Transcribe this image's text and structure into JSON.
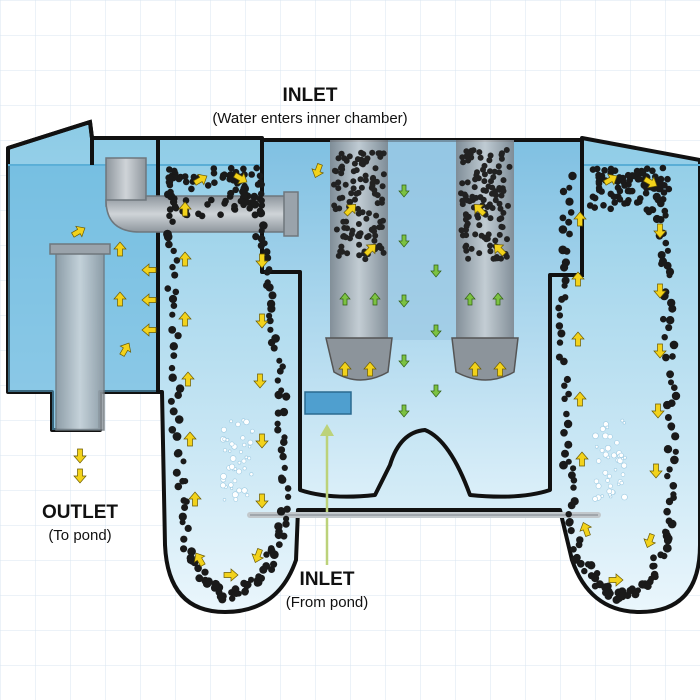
{
  "labels": {
    "inlet_top": {
      "title": "INLET",
      "subtitle": "(Water enters inner chamber)"
    },
    "outlet": {
      "title": "OUTLET",
      "subtitle": "(To pond)"
    },
    "inlet_bottom": {
      "title": "INLET",
      "subtitle": "(From pond)"
    }
  },
  "colors": {
    "background": "#ffffff",
    "grid": "#d8e6f0",
    "water_top": "#8ccbe6",
    "water_bottom": "#eaf6fc",
    "tank_outline": "#111111",
    "media_bead": "#1a1a1a",
    "flow_arrow": "#f2d21b",
    "inner_arrow": "#6cae2c",
    "filter_cartridge": "#9aa3ab",
    "pipe": "#a9b0b6"
  },
  "icons": {
    "flow": "yellow-flow-arrow",
    "inner_flow": "green-flow-arrow",
    "outlet_flow": "down-arrow",
    "inlet_flow": "up-arrow",
    "media": "bio-media-bead",
    "aeration": "air-bubble"
  }
}
